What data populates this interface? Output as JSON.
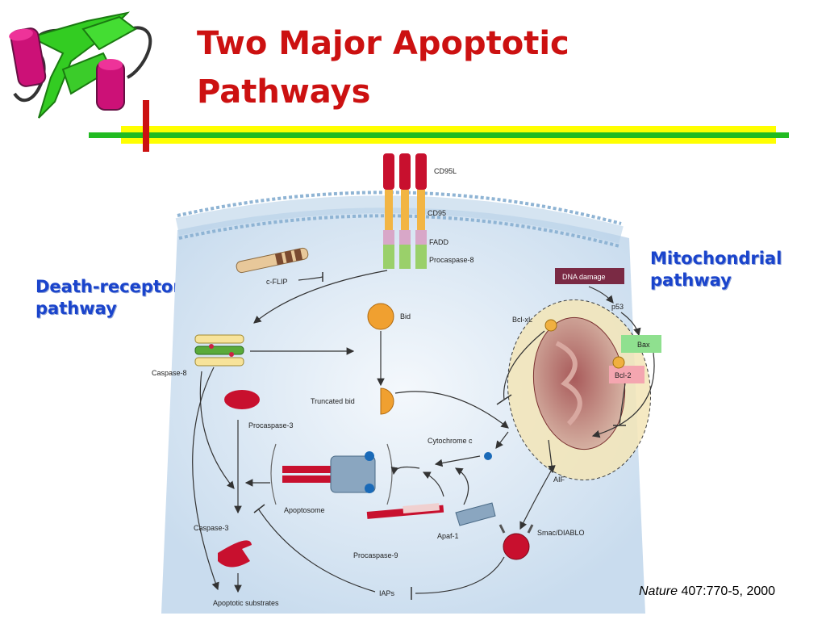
{
  "slide": {
    "title_line1": "Two Major Apoptotic",
    "title_line2": "Pathways",
    "title_color": "#cc1111"
  },
  "side_labels": {
    "death_line1": "Death-receptor",
    "death_line2": "pathway",
    "mito_line1": "Mitochondrial",
    "mito_line2": "pathway",
    "color": "#1a44cc"
  },
  "citation": {
    "journal": "Nature",
    "details": "407:770-5, 2000"
  },
  "diagram": {
    "labels": {
      "cd95l": "CD95L",
      "cd95": "CD95",
      "fadd": "FADD",
      "procaspase8": "Procaspase-8",
      "cflip": "c-FLIP",
      "bid": "Bid",
      "truncated_bid": "Truncated bid",
      "caspase8": "Caspase-8",
      "procaspase3": "Procaspase-3",
      "cytochrome_c": "Cytochrome c",
      "apoptosome": "Apoptosome",
      "apaf1": "Apaf-1",
      "procaspase9": "Procaspase-9",
      "caspase3": "Caspase-3",
      "apoptotic_substrates": "Apoptotic substrates",
      "iaps": "IAPs",
      "smac_diablo": "Smac/DIABLO",
      "aif": "AIF",
      "dna_damage": "DNA damage",
      "p53": "p53",
      "bcl_xl": "Bcl-xL",
      "bax": "Bax",
      "bcl2": "Bcl-2"
    },
    "colors": {
      "cytoplasm": "#d8e8f4",
      "membrane": "#8fb4d4",
      "mito_halo": "#f4e6b8",
      "mito_body": "#9a5050",
      "bax_box": "#8fe08f",
      "bcl2_box": "#f4a6b0",
      "dna_box": "#7a2a44"
    }
  },
  "logo": {
    "icon": "protein-ribbon-icon"
  }
}
